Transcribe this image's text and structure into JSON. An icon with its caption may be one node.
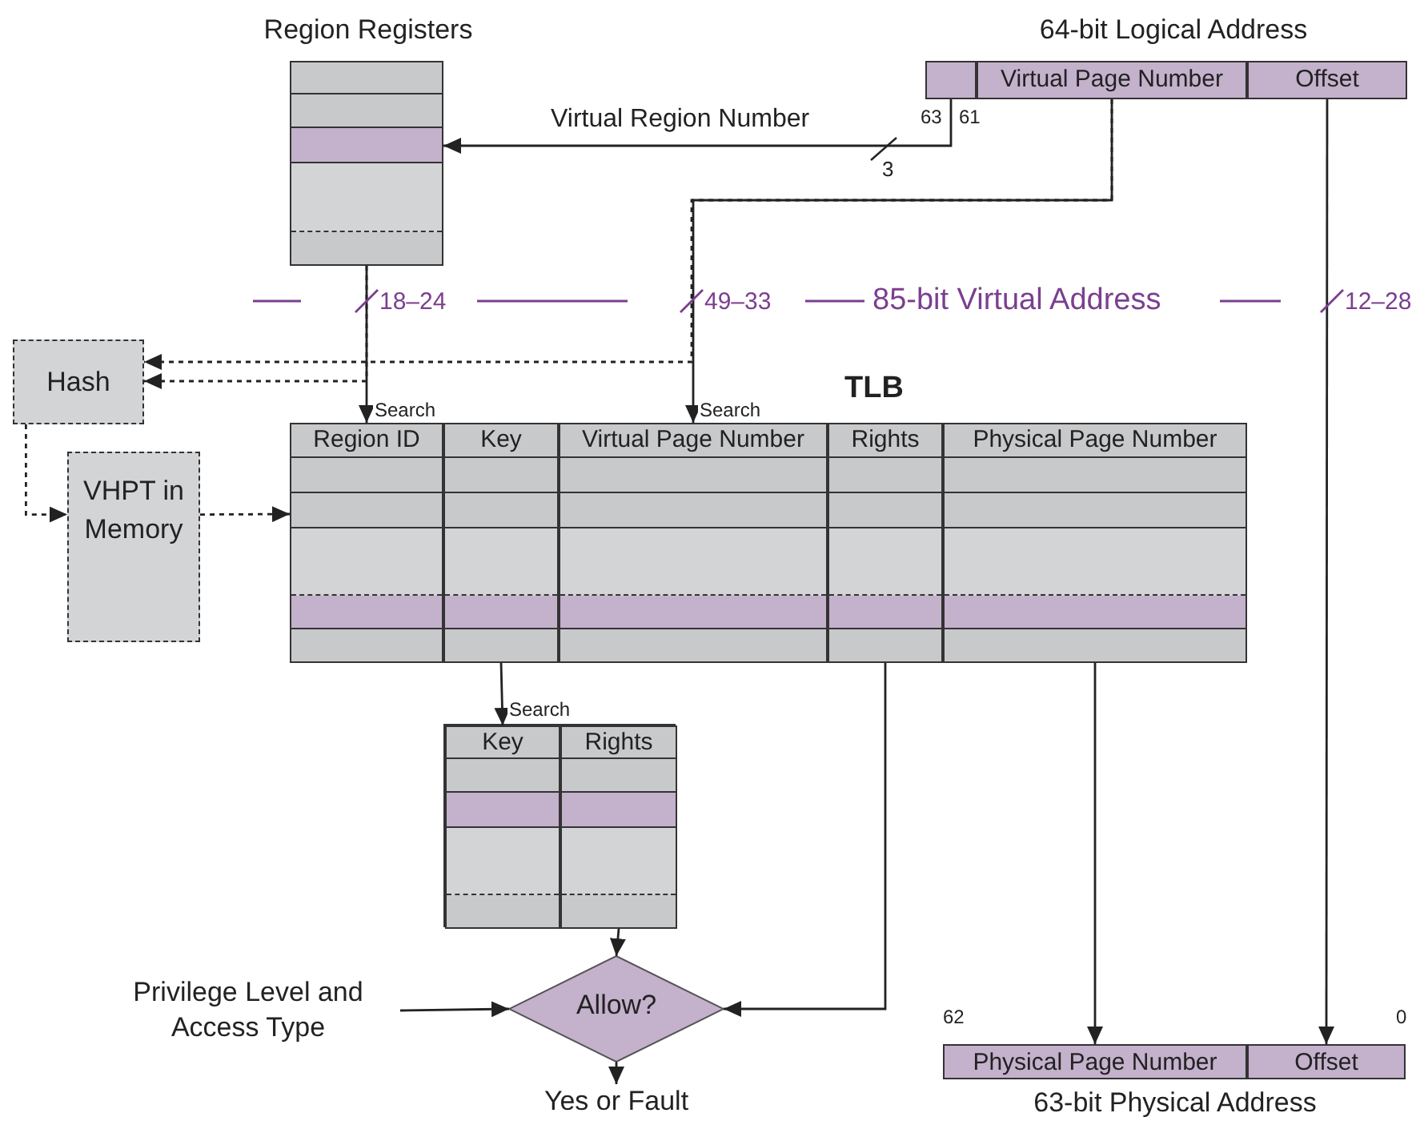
{
  "diagram": {
    "nodes": [
      {
        "text": [
          "Region Registers"
        ]
      },
      {
        "text": [
          "64-bit Logical Address"
        ]
      },
      {
        "text": [],
        "shape": "box",
        "in": 1
      },
      {
        "text": [
          "Virtual Page Number"
        ],
        "in": 1
      },
      {
        "text": [
          "Offset"
        ],
        "in": 1
      },
      {
        "text": [
          "Hash"
        ]
      },
      {
        "text": [
          "TLB"
        ]
      },
      {
        "text": [
          "Region ID"
        ],
        "in": 6
      },
      {
        "text": [
          "Key"
        ],
        "in": 6
      },
      {
        "text": [
          "Virtual Page Number"
        ],
        "in": 6
      },
      {
        "text": [
          "Rights"
        ],
        "in": 6
      },
      {
        "text": [
          "Physical Page Number"
        ],
        "in": 6
      },
      {
        "text": [
          "VHPT in Memory"
        ]
      },
      {
        "text": [],
        "shape": "box"
      },
      {
        "text": [
          "Key"
        ],
        "in": 13
      },
      {
        "text": [
          "Rights"
        ],
        "in": 13
      },
      {
        "text": [
          "Privilege Level and Access Type"
        ]
      },
      {
        "text": [
          "Allow?"
        ]
      },
      {
        "text": [
          "Yes or Fault"
        ]
      },
      {
        "text": [
          "63-bit Physical Address"
        ]
      },
      {
        "text": [
          "Physical Page Number"
        ],
        "in": 19
      },
      {
        "text": [
          "Offset"
        ],
        "in": 19
      }
    ],
    "edges": [
      {
        "from": 2,
        "to": 0,
        "arrow": "to",
        "label": "Virtual Region Number"
      },
      {
        "from": 0,
        "to": 7,
        "arrow": "to",
        "label": "Search"
      },
      {
        "from": 3,
        "to": 9,
        "arrow": "to",
        "label": "Search"
      },
      {
        "from": 3,
        "to": 5,
        "arrow": "to",
        "style": "dashed"
      },
      {
        "from": 0,
        "to": 5,
        "arrow": "to",
        "style": "dashed"
      },
      {
        "from": 5,
        "to": 12,
        "arrow": "to",
        "style": "dashed"
      },
      {
        "from": 12,
        "to": 6,
        "arrow": "to",
        "style": "dashed"
      },
      {
        "from": 8,
        "to": 14,
        "arrow": "to",
        "label": "Search"
      },
      {
        "from": 15,
        "to": 17,
        "arrow": "to"
      },
      {
        "from": 10,
        "to": 17,
        "arrow": "to"
      },
      {
        "from": 16,
        "to": 17,
        "arrow": "to"
      },
      {
        "from": 17,
        "to": 18,
        "arrow": "to"
      },
      {
        "from": 11,
        "to": 20,
        "arrow": "to"
      },
      {
        "from": 4,
        "to": 21,
        "arrow": "to"
      }
    ],
    "labels": [
      "63",
      "61",
      "3",
      "18–24",
      "49–33",
      "85-bit Virtual Address",
      "12–28",
      "62",
      "0"
    ]
  }
}
